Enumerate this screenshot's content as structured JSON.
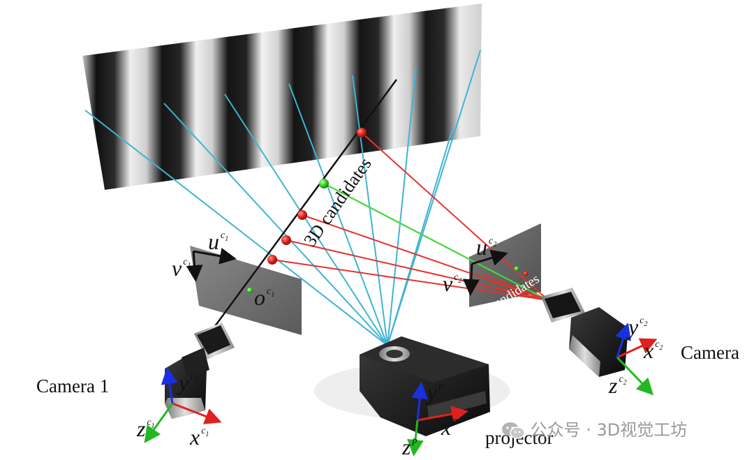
{
  "labels": {
    "camera1": "Camera 1",
    "camera2": "Camera",
    "projector": "projector",
    "candidates_3d": "3D candidates",
    "candidates_2d": "2D candidates"
  },
  "axes": {
    "u": "u",
    "v": "v",
    "o": "o",
    "x": "x",
    "y": "y",
    "z": "z",
    "sup_c": "c",
    "sub_1": "1",
    "sub_2": "2",
    "sup_p": "p"
  },
  "watermark": {
    "icon": "wechat-icon",
    "text": "公众号 · 3D视觉工坊"
  },
  "colors": {
    "ray_cyan": "#3fb4d2",
    "ray_red": "#e4322b",
    "ray_green": "#47d63a",
    "axis_red": "#e02020",
    "axis_green": "#22b822",
    "axis_blue": "#1a30e0"
  }
}
